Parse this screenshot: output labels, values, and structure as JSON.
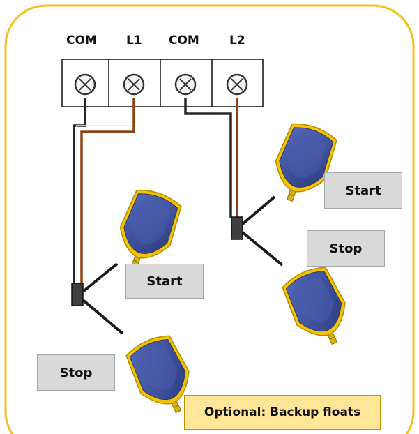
{
  "terminals": [
    "COM",
    "L1",
    "COM",
    "L2"
  ],
  "float_groups": [
    {
      "start_label": "Start",
      "stop_label": "Stop"
    },
    {
      "start_label": "Start",
      "stop_label": "Stop"
    }
  ],
  "note": "Optional: Backup floats",
  "colors": {
    "frame": "#f2c01e",
    "wire_com": "#262626",
    "wire_line": "#8b4513",
    "float_body": "#3c4f9a",
    "float_trim": "#f5c400",
    "label_bg": "#d9d9d9",
    "note_bg": "#ffe699"
  }
}
